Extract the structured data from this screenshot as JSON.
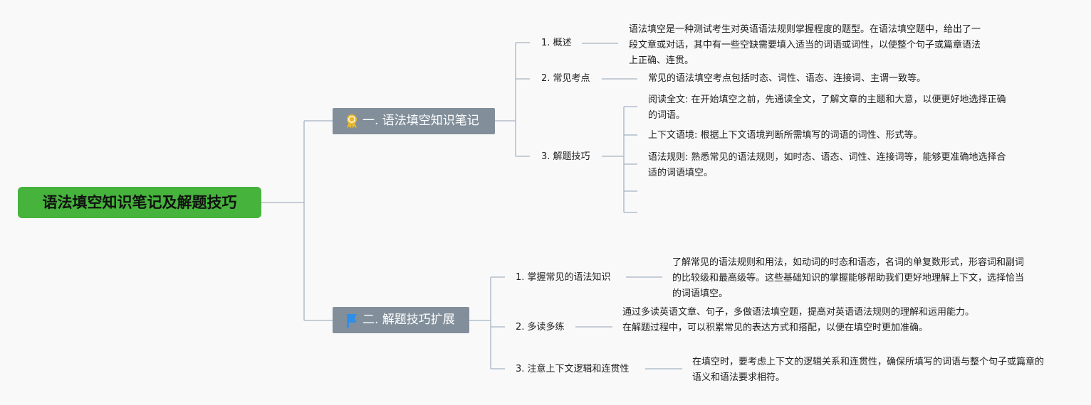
{
  "root": {
    "title": "语法填空知识笔记及解题技巧"
  },
  "branches": [
    {
      "icon": "award-ribbon-icon",
      "label": "一. 语法填空知识笔记",
      "children": [
        {
          "label": "1. 概述",
          "text": "语法填空是一种测试考生对英语语法规则掌握程度的题型。在语法填空题中，给出了一段文章或对话，其中有一些空缺需要填入适当的词语或词性，以使整个句子或篇章语法上正确、连贯。"
        },
        {
          "label": "2. 常见考点",
          "text": "常见的语法填空考点包括时态、词性、语态、连接词、主谓一致等。"
        },
        {
          "label": "3. 解题技巧",
          "items": [
            "阅读全文: 在开始填空之前，先通读全文，了解文章的主题和大意，以便更好地选择正确的词语。",
            "上下文语境: 根据上下文语境判断所需填写的词语的词性、形式等。",
            "语法规则: 熟悉常见的语法规则，如时态、语态、词性、连接词等，能够更准确地选择合适的词语填空。"
          ]
        }
      ]
    },
    {
      "icon": "flag-icon",
      "label": "二. 解题技巧扩展",
      "children": [
        {
          "label": "1. 掌握常见的语法知识",
          "text": "了解常见的语法规则和用法，如动词的时态和语态，名词的单复数形式，形容词和副词的比较级和最高级等。这些基础知识的掌握能够帮助我们更好地理解上下文，选择恰当的词语填空。"
        },
        {
          "label": "2. 多读多练",
          "text": "通过多读英语文章、句子，多做语法填空题，提高对英语语法规则的理解和运用能力。在解题过程中，可以积累常见的表达方式和搭配，以便在填空时更加准确。"
        },
        {
          "label": "3. 注意上下文逻辑和连贯性",
          "text": "在填空时，要考虑上下文的逻辑关系和连贯性，确保所填写的词语与整个句子或篇章的语义和语法要求相符。"
        }
      ]
    }
  ],
  "colors": {
    "root": "#46b33c",
    "branch": "#828f9b",
    "connector": "#a5b3c2",
    "icon_award": "#e8b82e",
    "icon_flag": "#2f8fe8"
  }
}
